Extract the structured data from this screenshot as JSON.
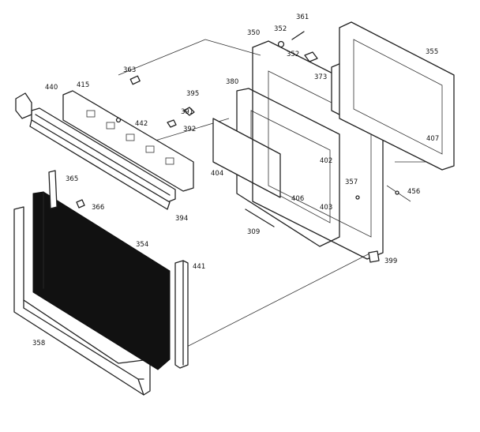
{
  "diagram": {
    "callouts": [
      "350",
      "352",
      "361",
      "352",
      "355",
      "373",
      "407",
      "363",
      "415",
      "440",
      "442",
      "391",
      "395",
      "392",
      "380",
      "402",
      "404",
      "406",
      "403",
      "357",
      "456",
      "365",
      "366",
      "394",
      "309",
      "354",
      "399",
      "441",
      "358"
    ]
  }
}
